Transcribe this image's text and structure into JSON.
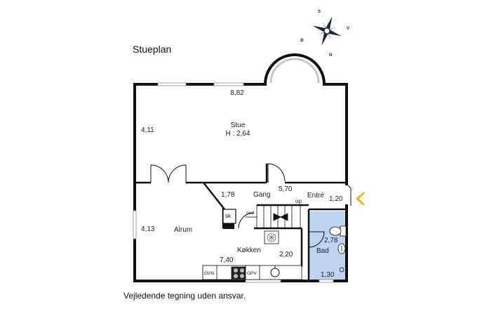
{
  "plan": {
    "title": "Stueplan",
    "disclaimer": "Vejledende tegning uden ansvar.",
    "compass": {
      "north": "N",
      "south": "S",
      "east": "Ø",
      "west": "V",
      "icon": "compass-rose-icon"
    },
    "rooms": {
      "stue": {
        "name": "Stue",
        "height": "H : 2,64",
        "width": "8,82",
        "depth": "4,11"
      },
      "alrum": {
        "name": "Alrum",
        "depth": "4,13"
      },
      "gang": {
        "name": "Gang",
        "dim_a": "1,78",
        "dim_b": "5,70"
      },
      "entre": {
        "name": "Entré",
        "dim": "1,20"
      },
      "koekken": {
        "name": "Køkken",
        "width": "7,40",
        "depth": "2,20"
      },
      "bad": {
        "name": "Bad",
        "depth": "2,78",
        "width": "1,30"
      }
    },
    "fixtures": {
      "closet": "sk",
      "stairs_down": "ned",
      "stairs_up": "op",
      "oven": "OVN",
      "dishwasher": "OPV"
    },
    "colors": {
      "wall": "#111111",
      "bath_fill": "#bcd3f2",
      "entrance_arrow": "#f1b522",
      "window": "#c7c7c7"
    }
  }
}
